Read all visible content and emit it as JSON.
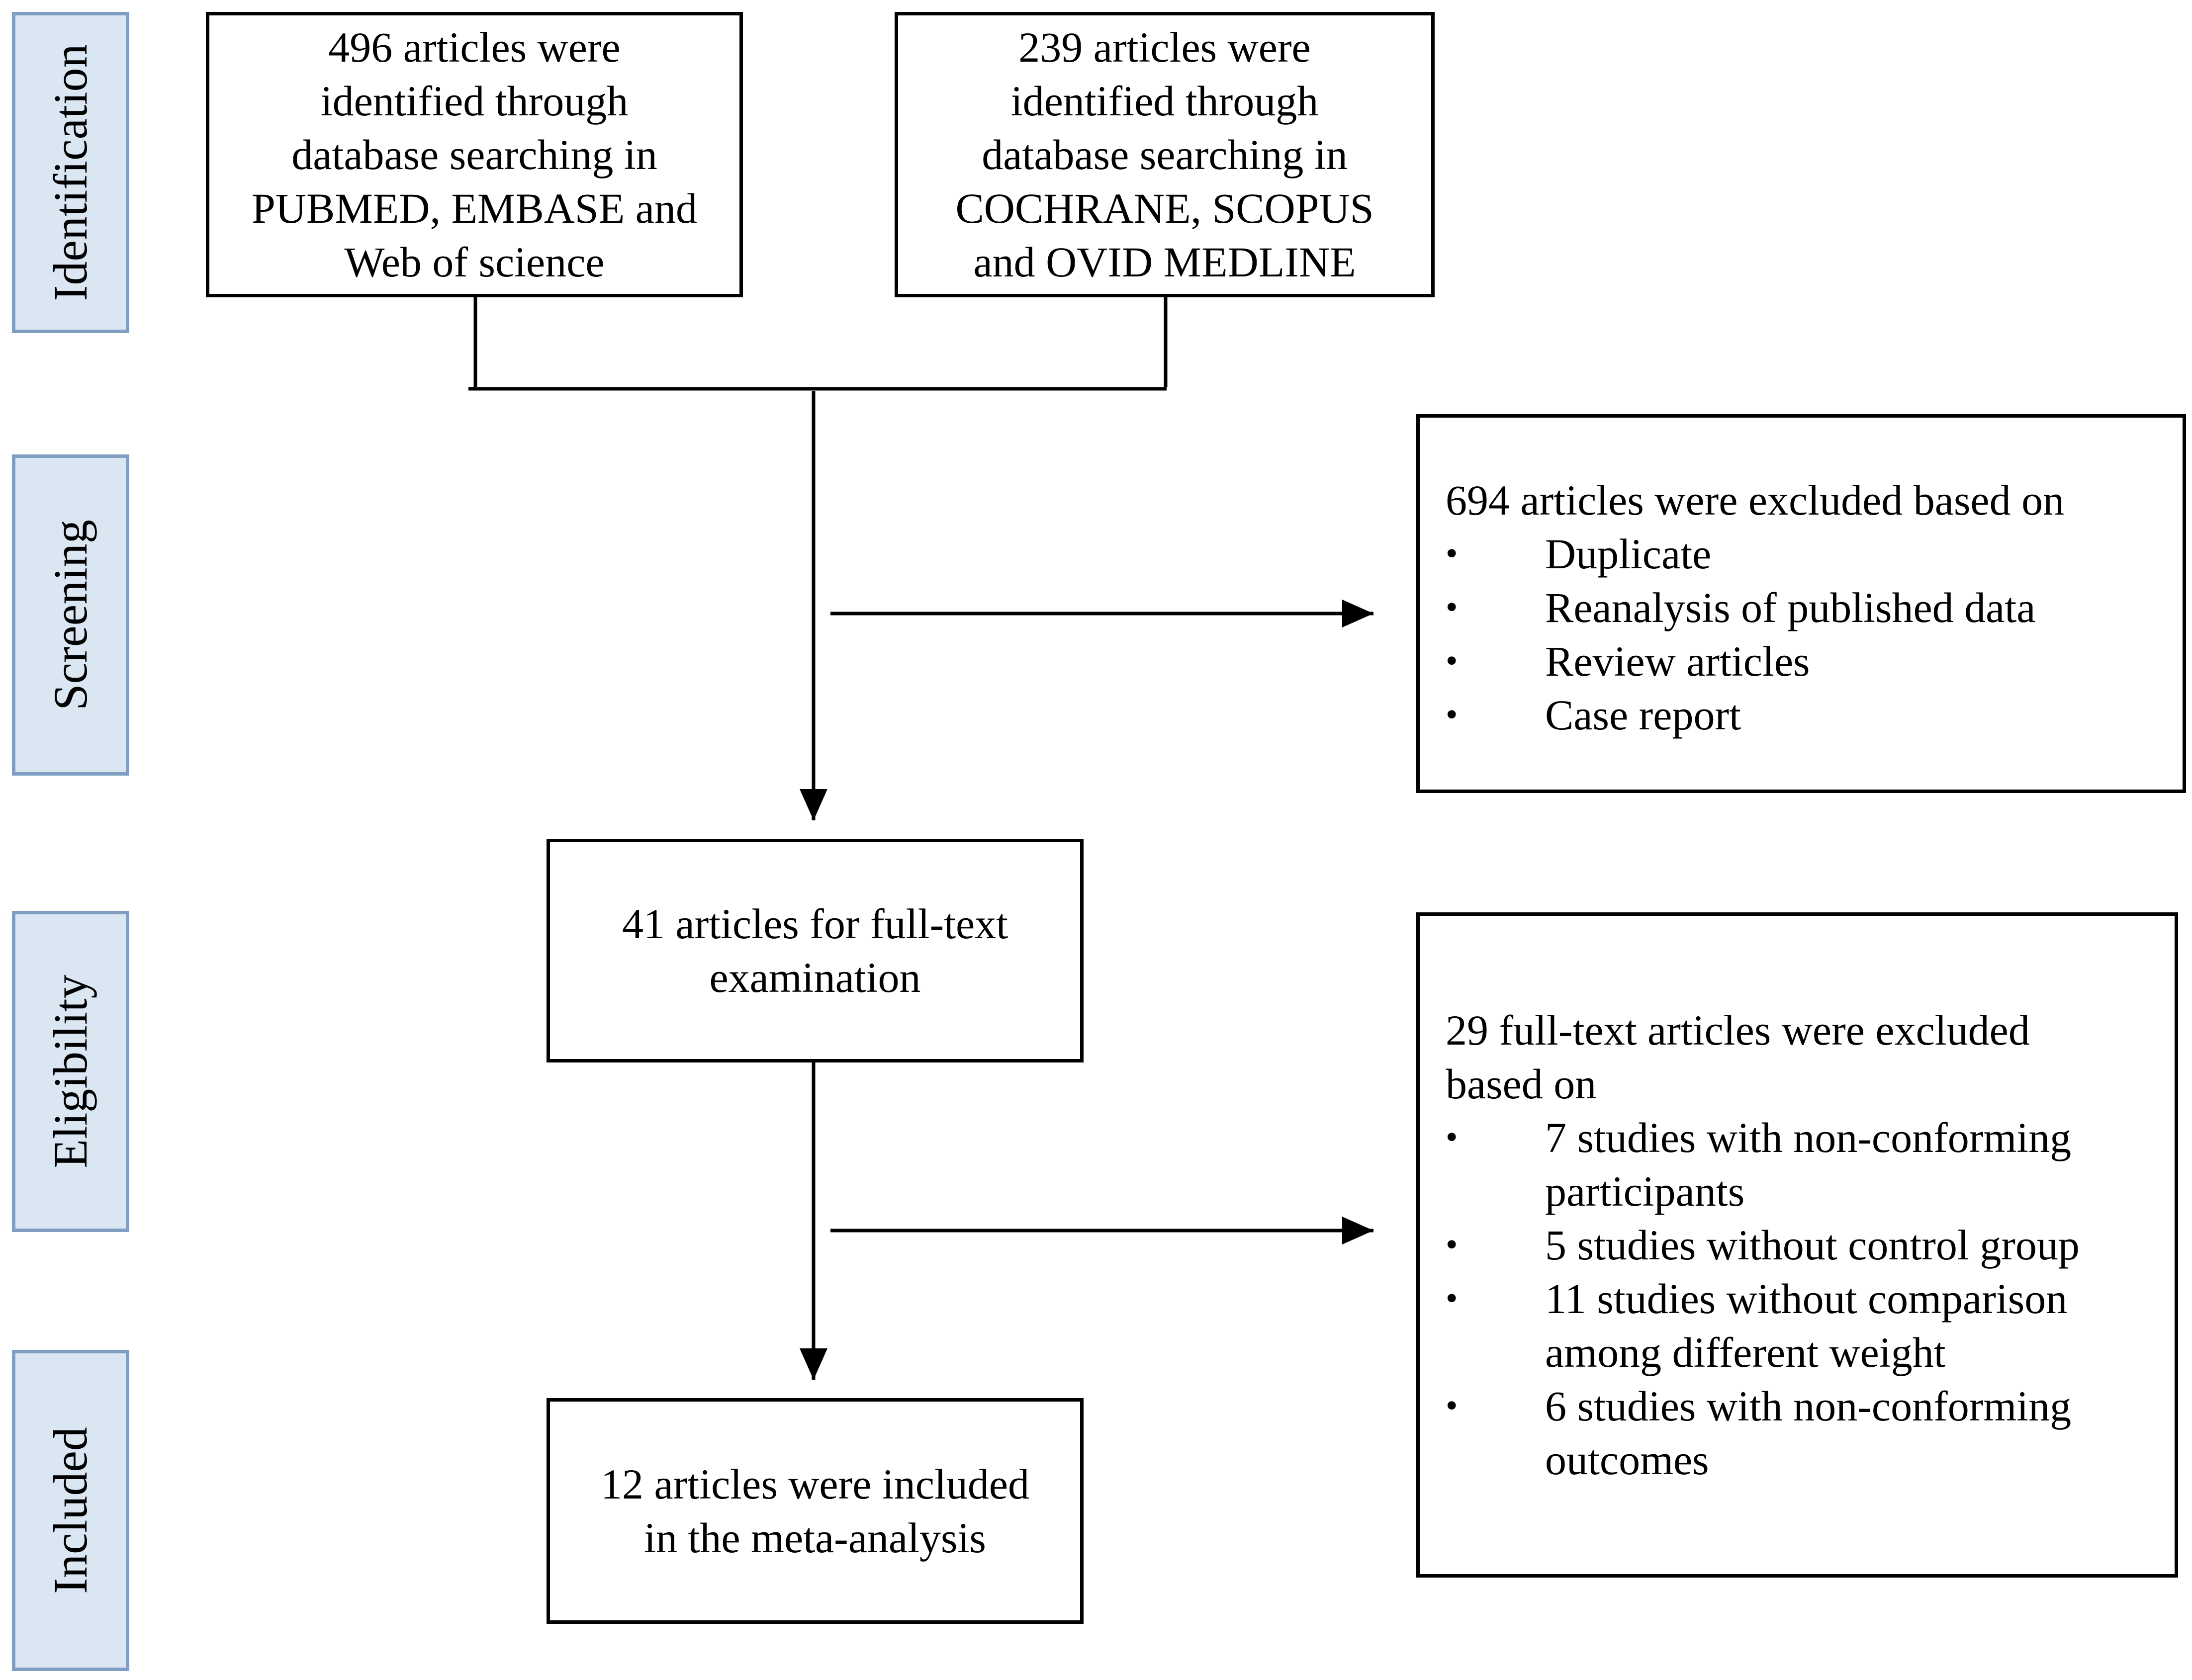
{
  "phases": [
    {
      "label": "Identification"
    },
    {
      "label": "Screening"
    },
    {
      "label": "Eligibility"
    },
    {
      "label": "Included"
    }
  ],
  "boxes": {
    "source_a": "496 articles were\nidentified through\ndatabase searching in\nPUBMED, EMBASE and\nWeb of science",
    "source_b": "239 articles were\nidentified through\ndatabase searching in\nCOCHRANE, SCOPUS\nand OVID MEDLINE",
    "full_text": "41 articles for full-text\nexamination",
    "included": "12 articles were included\nin the meta-analysis"
  },
  "screening_exclusion": {
    "heading": "694 articles were excluded based on",
    "items": [
      "Duplicate",
      "Reanalysis of published data",
      "Review articles",
      "Case report"
    ]
  },
  "eligibility_exclusion": {
    "heading": "29 full-text articles were excluded\nbased on",
    "items": [
      "7 studies with  non-conforming participants",
      "5 studies without control group",
      "11 studies without comparison among different weight",
      "6 studies with non-conforming outcomes"
    ]
  }
}
